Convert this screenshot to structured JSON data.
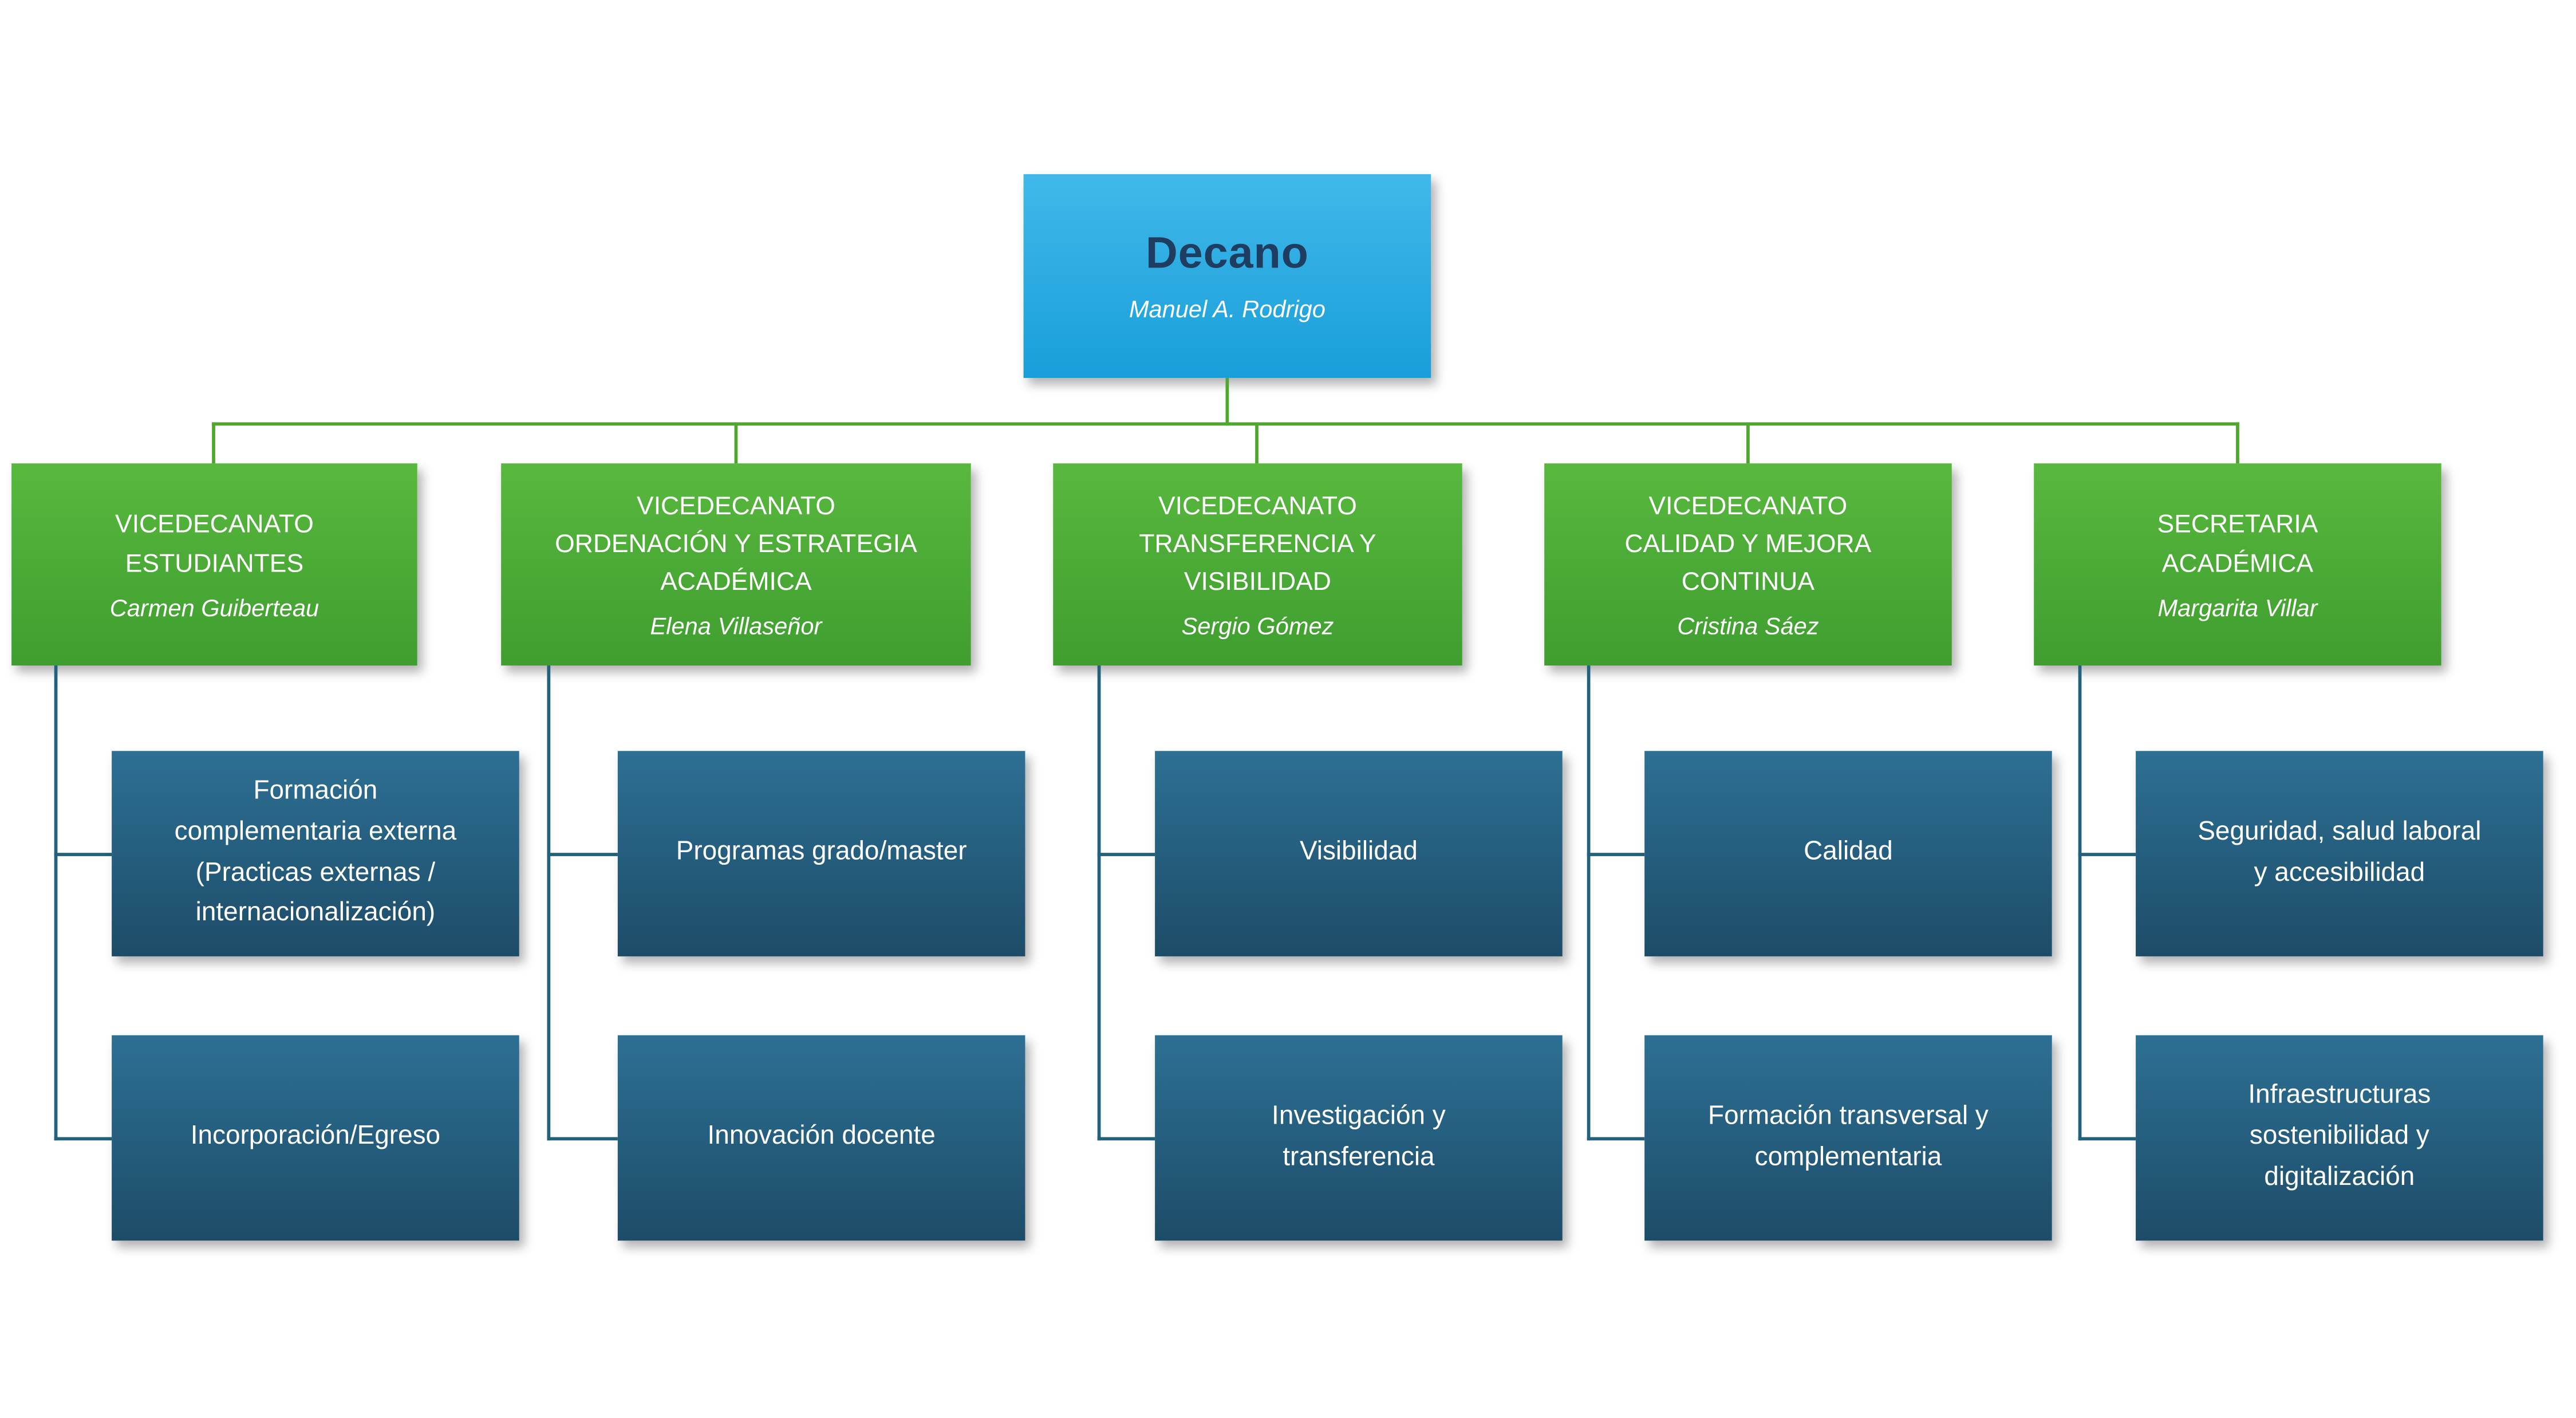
{
  "colors": {
    "root_box_top": "#41b8ea",
    "root_box_bottom": "#189fd9",
    "root_title_color": "#1f3c61",
    "dept_box_top": "#58b83e",
    "dept_box_bottom": "#3f9e2f",
    "unit_box_top": "#2d7094",
    "unit_box_bottom": "#1d4c68",
    "green_line": "#4ea72e",
    "teal_line": "#21617e",
    "text_color": "#ffffff"
  },
  "org": {
    "root": {
      "title": "Decano",
      "person": "Manuel A. Rodrigo"
    },
    "departments": [
      {
        "title": "VICEDECANATO\nESTUDIANTES",
        "person": "Carmen Guiberteau",
        "units": [
          "Formación\ncomplementaria externa\n(Practicas externas /\ninternacionalización)",
          "Incorporación/Egreso"
        ]
      },
      {
        "title": "VICEDECANATO\nORDENACIÓN Y ESTRATEGIA\nACADÉMICA",
        "person": "Elena Villaseñor",
        "units": [
          "Programas grado/master",
          "Innovación docente"
        ]
      },
      {
        "title": "VICEDECANATO\nTRANSFERENCIA Y\nVISIBILIDAD",
        "person": "Sergio Gómez",
        "units": [
          "Visibilidad",
          "Investigación y\ntransferencia"
        ]
      },
      {
        "title": "VICEDECANATO\nCALIDAD Y MEJORA\nCONTINUA",
        "person": "Cristina Sáez",
        "units": [
          "Calidad",
          "Formación transversal y\ncomplementaria"
        ]
      },
      {
        "title": "SECRETARIA\nACADÉMICA",
        "person": "Margarita Villar",
        "units": [
          "Seguridad, salud laboral\ny accesibilidad",
          "Infraestructuras\nsostenibilidad y\ndigitalización"
        ]
      }
    ]
  }
}
